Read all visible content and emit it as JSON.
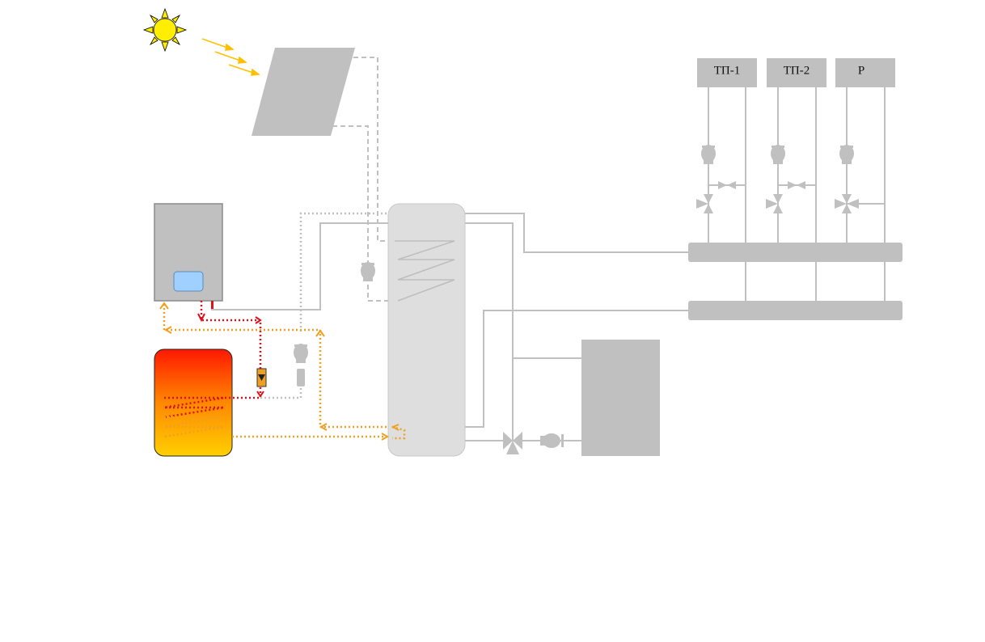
{
  "circuits": [
    {
      "label": "ТП-1"
    },
    {
      "label": "ТП-2"
    },
    {
      "label": "Р"
    }
  ],
  "colors": {
    "inactive": "#c0c0c0",
    "tank_fill": "#dedede",
    "supply_flow": "#e0101a",
    "return_flow": "#f0a020",
    "sun": "#ffee00",
    "sun_rays": "#ffc000",
    "boiler_window": "#9fd0ff",
    "solid_fuel_top": "#ff1800",
    "solid_fuel_bottom": "#ffcc00"
  },
  "icons": [
    "sun-icon",
    "pump-icon",
    "three-way-valve-icon",
    "balancing-valve-icon",
    "flow-switch-icon"
  ]
}
